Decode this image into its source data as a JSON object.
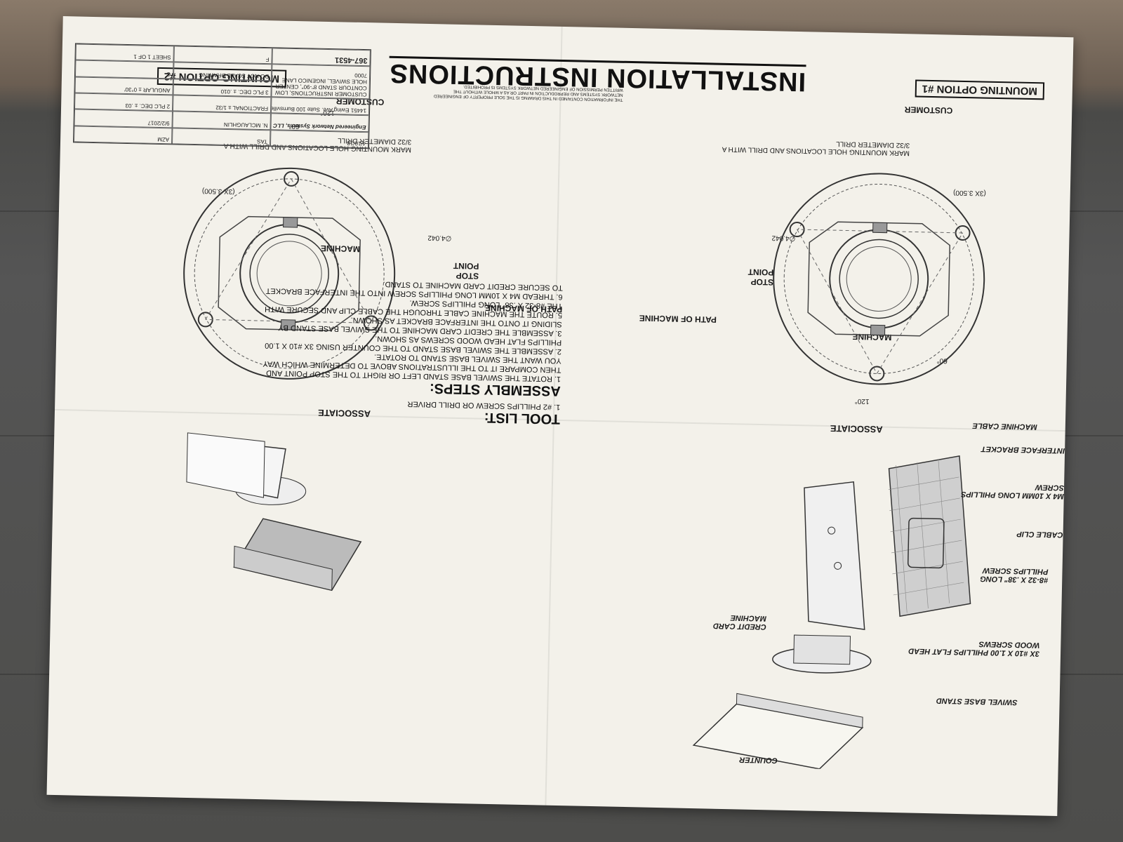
{
  "header": {
    "title": "INSTALLATION INSTRUCTIONS",
    "option1": "MOUNTING OPTION #1",
    "option2": "MOUNTING OPTION #2"
  },
  "labels": {
    "customer": "CUSTOMER",
    "associate": "ASSOCIATE",
    "machine": "MACHINE",
    "stop_point": "STOP POINT",
    "path_of_machine": "PATH OF MACHINE",
    "mark_holes": "MARK MOUNTING HOLE LOCATIONS AND DRILL WITH A 3/32 DIAMETER DRILL",
    "dia": "∅4.042",
    "hole_spacing": "(3X 3.500)",
    "angle_120": "120°",
    "angle_60": "60°"
  },
  "exploded": {
    "counter": "COUNTER",
    "swivel_base_stand": "SWIVEL BASE STAND",
    "wood_screws": "3X #10 X 1.00 PHILLIPS FLAT HEAD WOOD SCREWS",
    "credit_card_machine": "CREDIT CARD MACHINE",
    "phillips_long": "#8-32 X .38\" LONG PHILLIPS SCREW",
    "cable_clip": "CABLE CLIP",
    "m4_screw": "M4 X 10MM LONG PHILLIPS SCREW",
    "interface_bracket": "INTERFACE BRACKET",
    "machine_cable": "MACHINE CABLE"
  },
  "tools": {
    "heading": "TOOL LIST:",
    "items": [
      "1.  #2 PHILLIPS SCREW OR DRILL DRIVER"
    ]
  },
  "assembly": {
    "heading": "ASSEMBLY STEPS:",
    "steps": [
      "1.  ROTATE THE SWIVEL BASE STAND LEFT OR RIGHT TO THE STOP POINT AND THEN COMPARE IT TO THE ILLUSTRATIONS ABOVE TO DETERMINE WHICH WAY YOU WANT THE SWIVEL BASE STAND TO ROTATE.",
      "2.  ASSEMBLE THE SWIVEL BASE STAND TO THE COUNTER USING 3X #10 X 1.00 PHILLIPS FLAT HEAD WOOD SCREWS AS SHOWN.",
      "3.  ASSEMBLE THE CREDIT CARD MACHINE TO THE SWIVEL BASE STAND BY SLIDING IT ONTO THE INTERFACE BRACKET AS SHOWN.",
      "5.  ROUTE THE MACHINE CABLE THROUGH THE CABLE CLIP AND SECURE WITH THE #8-32 X .38\" LONG PHILLIPS SCREW.",
      "6.  THREAD M4 X 10MM LONG PHILLIPS SCREW INTO THE INTERFACE BRACKET TO SECURE CREDIT CARD MACHINE TO STAND."
    ]
  },
  "title_block": {
    "company": "Engineered Network Systems, LLC",
    "address": "14451 Ewing Ave. Suite 100 Burnsville, MN 55306",
    "title": "CUSTOMER INSTRUCTIONS, LOW CONTOUR STAND 8\"-90\", CENTER HOLE SWIVEL, INGENICO LANE 7000",
    "drawn": "N. MCLAUGHLIN",
    "date": "9/2/2017",
    "rev_date": "4/10/18",
    "by": "TAS",
    "chkd": "AZM",
    "rev": "F",
    "dwg_no": "367-4531",
    "size": "C",
    "sheet": "SHEET 1 OF 1",
    "fractional": "FRACTIONAL ± 1/32",
    "two_plc": "2 PLC DEC. ± .03",
    "three_plc": "3 PLC DEC. ± .010",
    "angular": "ANGULAR ± 0°30'",
    "no_scale": "DO NOT SCALE DRAWING",
    "notice": "THE INFORMATION CONTAINED IN THIS DRAWING IS THE SOLE PROPERTY OF ENGINEERED NETWORK SYSTEMS AND REPRODUCTION IN PART OR AS A WHOLE WITHOUT THE WRITTEN PERMISSION OF ENGINEERED NETWORK SYSTEMS IS PROHIBITED."
  }
}
